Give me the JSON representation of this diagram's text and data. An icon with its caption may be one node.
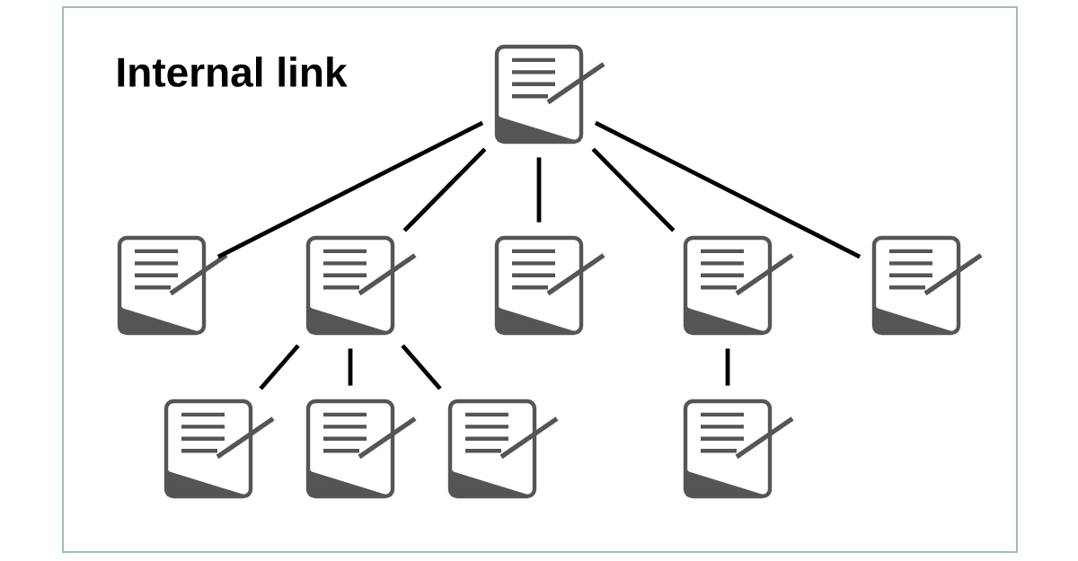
{
  "diagram": {
    "title": "Internal link",
    "nodes": [
      {
        "text": [],
        "shape": "document"
      },
      {
        "text": [],
        "shape": "document"
      },
      {
        "text": [],
        "shape": "document"
      },
      {
        "text": [],
        "shape": "document"
      },
      {
        "text": [],
        "shape": "document"
      },
      {
        "text": [],
        "shape": "document"
      },
      {
        "text": [],
        "shape": "document"
      },
      {
        "text": [],
        "shape": "document"
      },
      {
        "text": [],
        "shape": "document"
      },
      {
        "text": [],
        "shape": "document"
      }
    ],
    "edges": [
      {
        "from": 0,
        "to": 1,
        "arrow": "none"
      },
      {
        "from": 0,
        "to": 2,
        "arrow": "none"
      },
      {
        "from": 0,
        "to": 3,
        "arrow": "none"
      },
      {
        "from": 0,
        "to": 4,
        "arrow": "none"
      },
      {
        "from": 0,
        "to": 5,
        "arrow": "none"
      },
      {
        "from": 2,
        "to": 6,
        "arrow": "none"
      },
      {
        "from": 2,
        "to": 7,
        "arrow": "none"
      },
      {
        "from": 2,
        "to": 8,
        "arrow": "none"
      },
      {
        "from": 4,
        "to": 9,
        "arrow": "none"
      }
    ]
  }
}
